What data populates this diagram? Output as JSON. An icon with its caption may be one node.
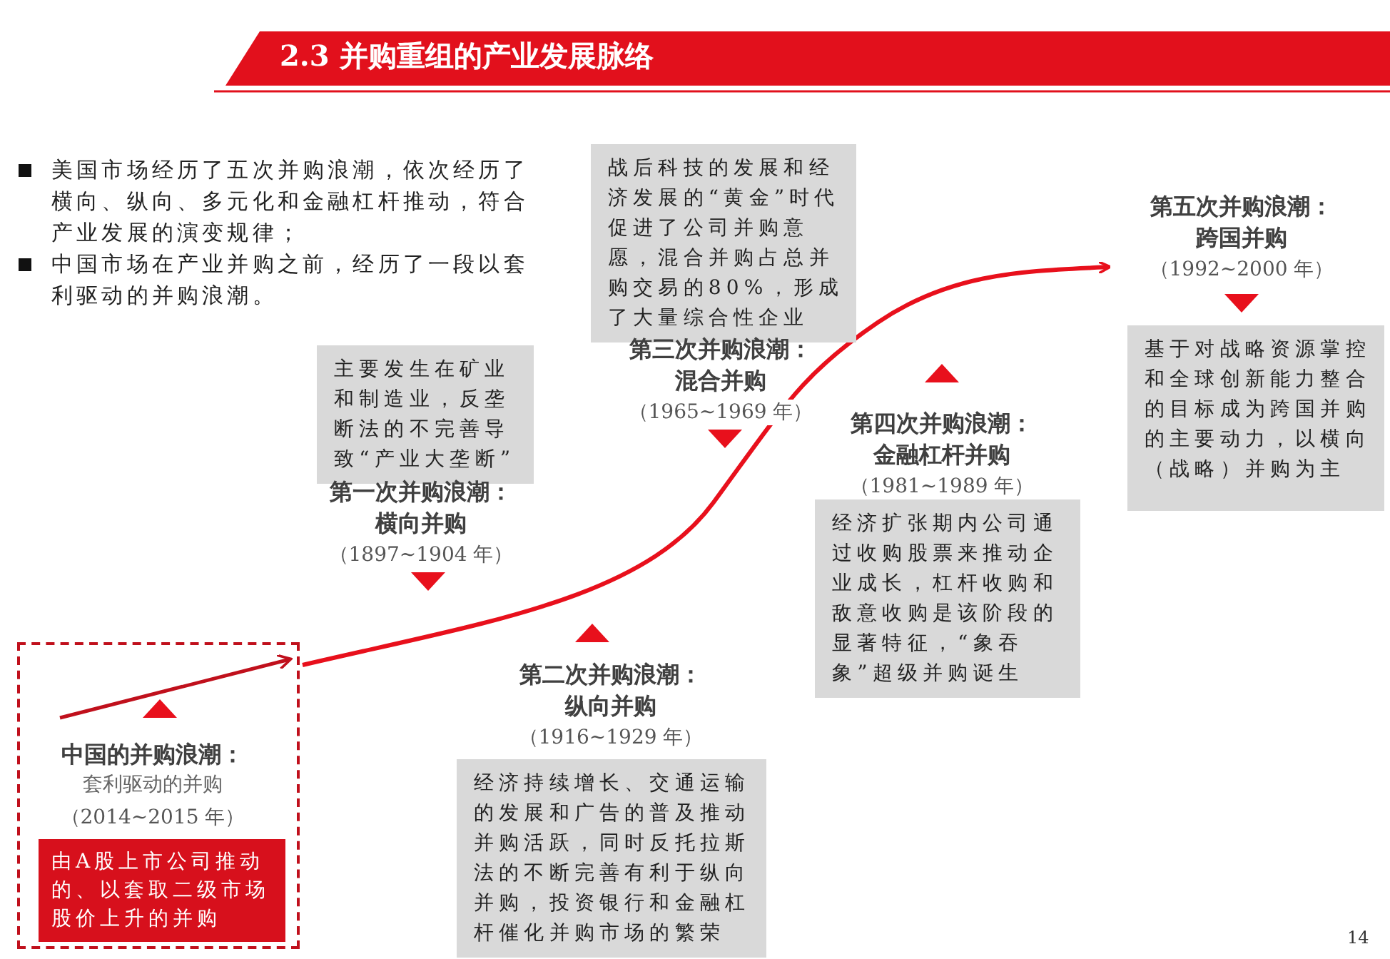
{
  "diagram": {
    "title": "2.3 并购重组的产业发展脉络",
    "nodes": [
      {
        "text": [
          "战后科技的发展和经济发展的“黄金”时代促进了公司并购意愿，混合并购占总并购交易的80%，形成了大量综合性企业"
        ],
        "beside": [
          "第三次并购浪潮：",
          "混合并购",
          "（1965~1969 年）"
        ]
      },
      {
        "text": [
          "主要发生在矿业和制造业，反垄断法的不完善导致“产业大垄断”"
        ],
        "beside": [
          "第一次并购浪潮：",
          "横向并购",
          "（1897~1904 年）"
        ]
      },
      {
        "text": [
          "基于对战略资源掌控和全球创新能力整合的目标成为跨国并购的主要动力，以横向（战略）并购为主"
        ],
        "beside": [
          "第五次并购浪潮：",
          "跨国并购",
          "（1992~2000 年）"
        ]
      },
      {
        "text": [
          "经济扩张期内公司通过收购股票来推动企业成长，杠杆收购和敌意收购是该阶段的显著特征，“象吞象”超级并购诞生"
        ],
        "beside": [
          "第四次并购浪潮：",
          "金融杠杆并购",
          "（1981~1989 年）"
        ]
      },
      {
        "text": [],
        "shape": "box"
      },
      {
        "text": [
          "由A股上市公司推动的、以套取二级市场股价上升的并购"
        ],
        "in": 4,
        "beside": [
          "中国的并购浪潮：",
          "套利驱动的并购",
          "（2014~2015 年）"
        ]
      },
      {
        "text": [
          "经济持续增长、交通运输的发展和广告的普及推动并购活跃，同时反托拉斯法的不断完善有利于纵向并购，投资银行和金融杠杆催化并购市场的繁荣"
        ],
        "beside": [
          "第二次并购浪潮：",
          "纵向并购",
          "（1916~1929 年）"
        ]
      }
    ],
    "labels": [
      "美国市场经历了五次并购浪潮，依次经历了横向、纵向、多元化和金融杠杆推动，符合产业发展的演变规律；",
      "中国市场在产业并购之前，经历了一段以套利驱动的并购浪潮。",
      "14"
    ]
  }
}
